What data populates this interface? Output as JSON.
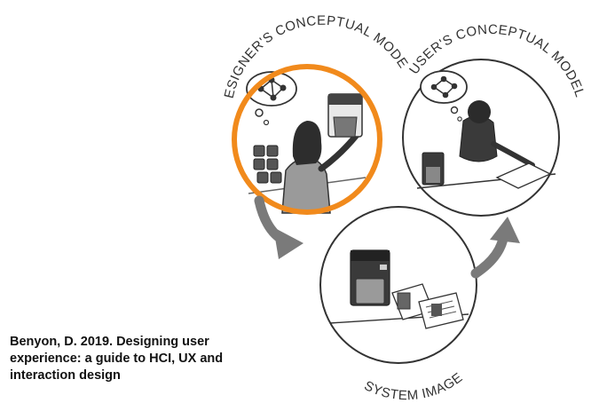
{
  "labels": {
    "designer_model": "DESIGNER'S CONCEPTUAL MODEL",
    "user_model": "USER'S CONCEPTUAL MODEL",
    "system_image": "SYSTEM IMAGE"
  },
  "citation": {
    "line1": "Benyon, D. 2019. Designing user",
    "line2": "experience: a guide to HCI, UX and",
    "line3": "interaction design"
  },
  "colors": {
    "highlight_ring": "#F18A1C",
    "ink": "#333333",
    "shade": "#8a8a8a",
    "arrow": "#7a7a7a"
  },
  "icons": [
    "thought-bubble-network-icon",
    "coffee-maker-icon",
    "manual-book-icon"
  ]
}
